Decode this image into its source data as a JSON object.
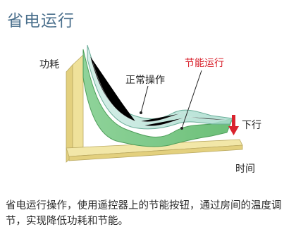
{
  "title": "省电运行",
  "diagram": {
    "y_axis_label": "功耗",
    "x_axis_label": "时间",
    "normal_label": "正常操作",
    "saving_label": "节能运行",
    "down_label": "下行",
    "colors": {
      "title": "#4a6f8c",
      "axis_plane": "#f2e7a8",
      "normal_sheet": "#b9e3d9",
      "saving_sheet": "#7fca86",
      "highlight": "#d9232e"
    }
  },
  "caption": "省电运行操作，使用遥控器上的节能按钮，通过房间的温度调节，实现降低功耗和节能。"
}
